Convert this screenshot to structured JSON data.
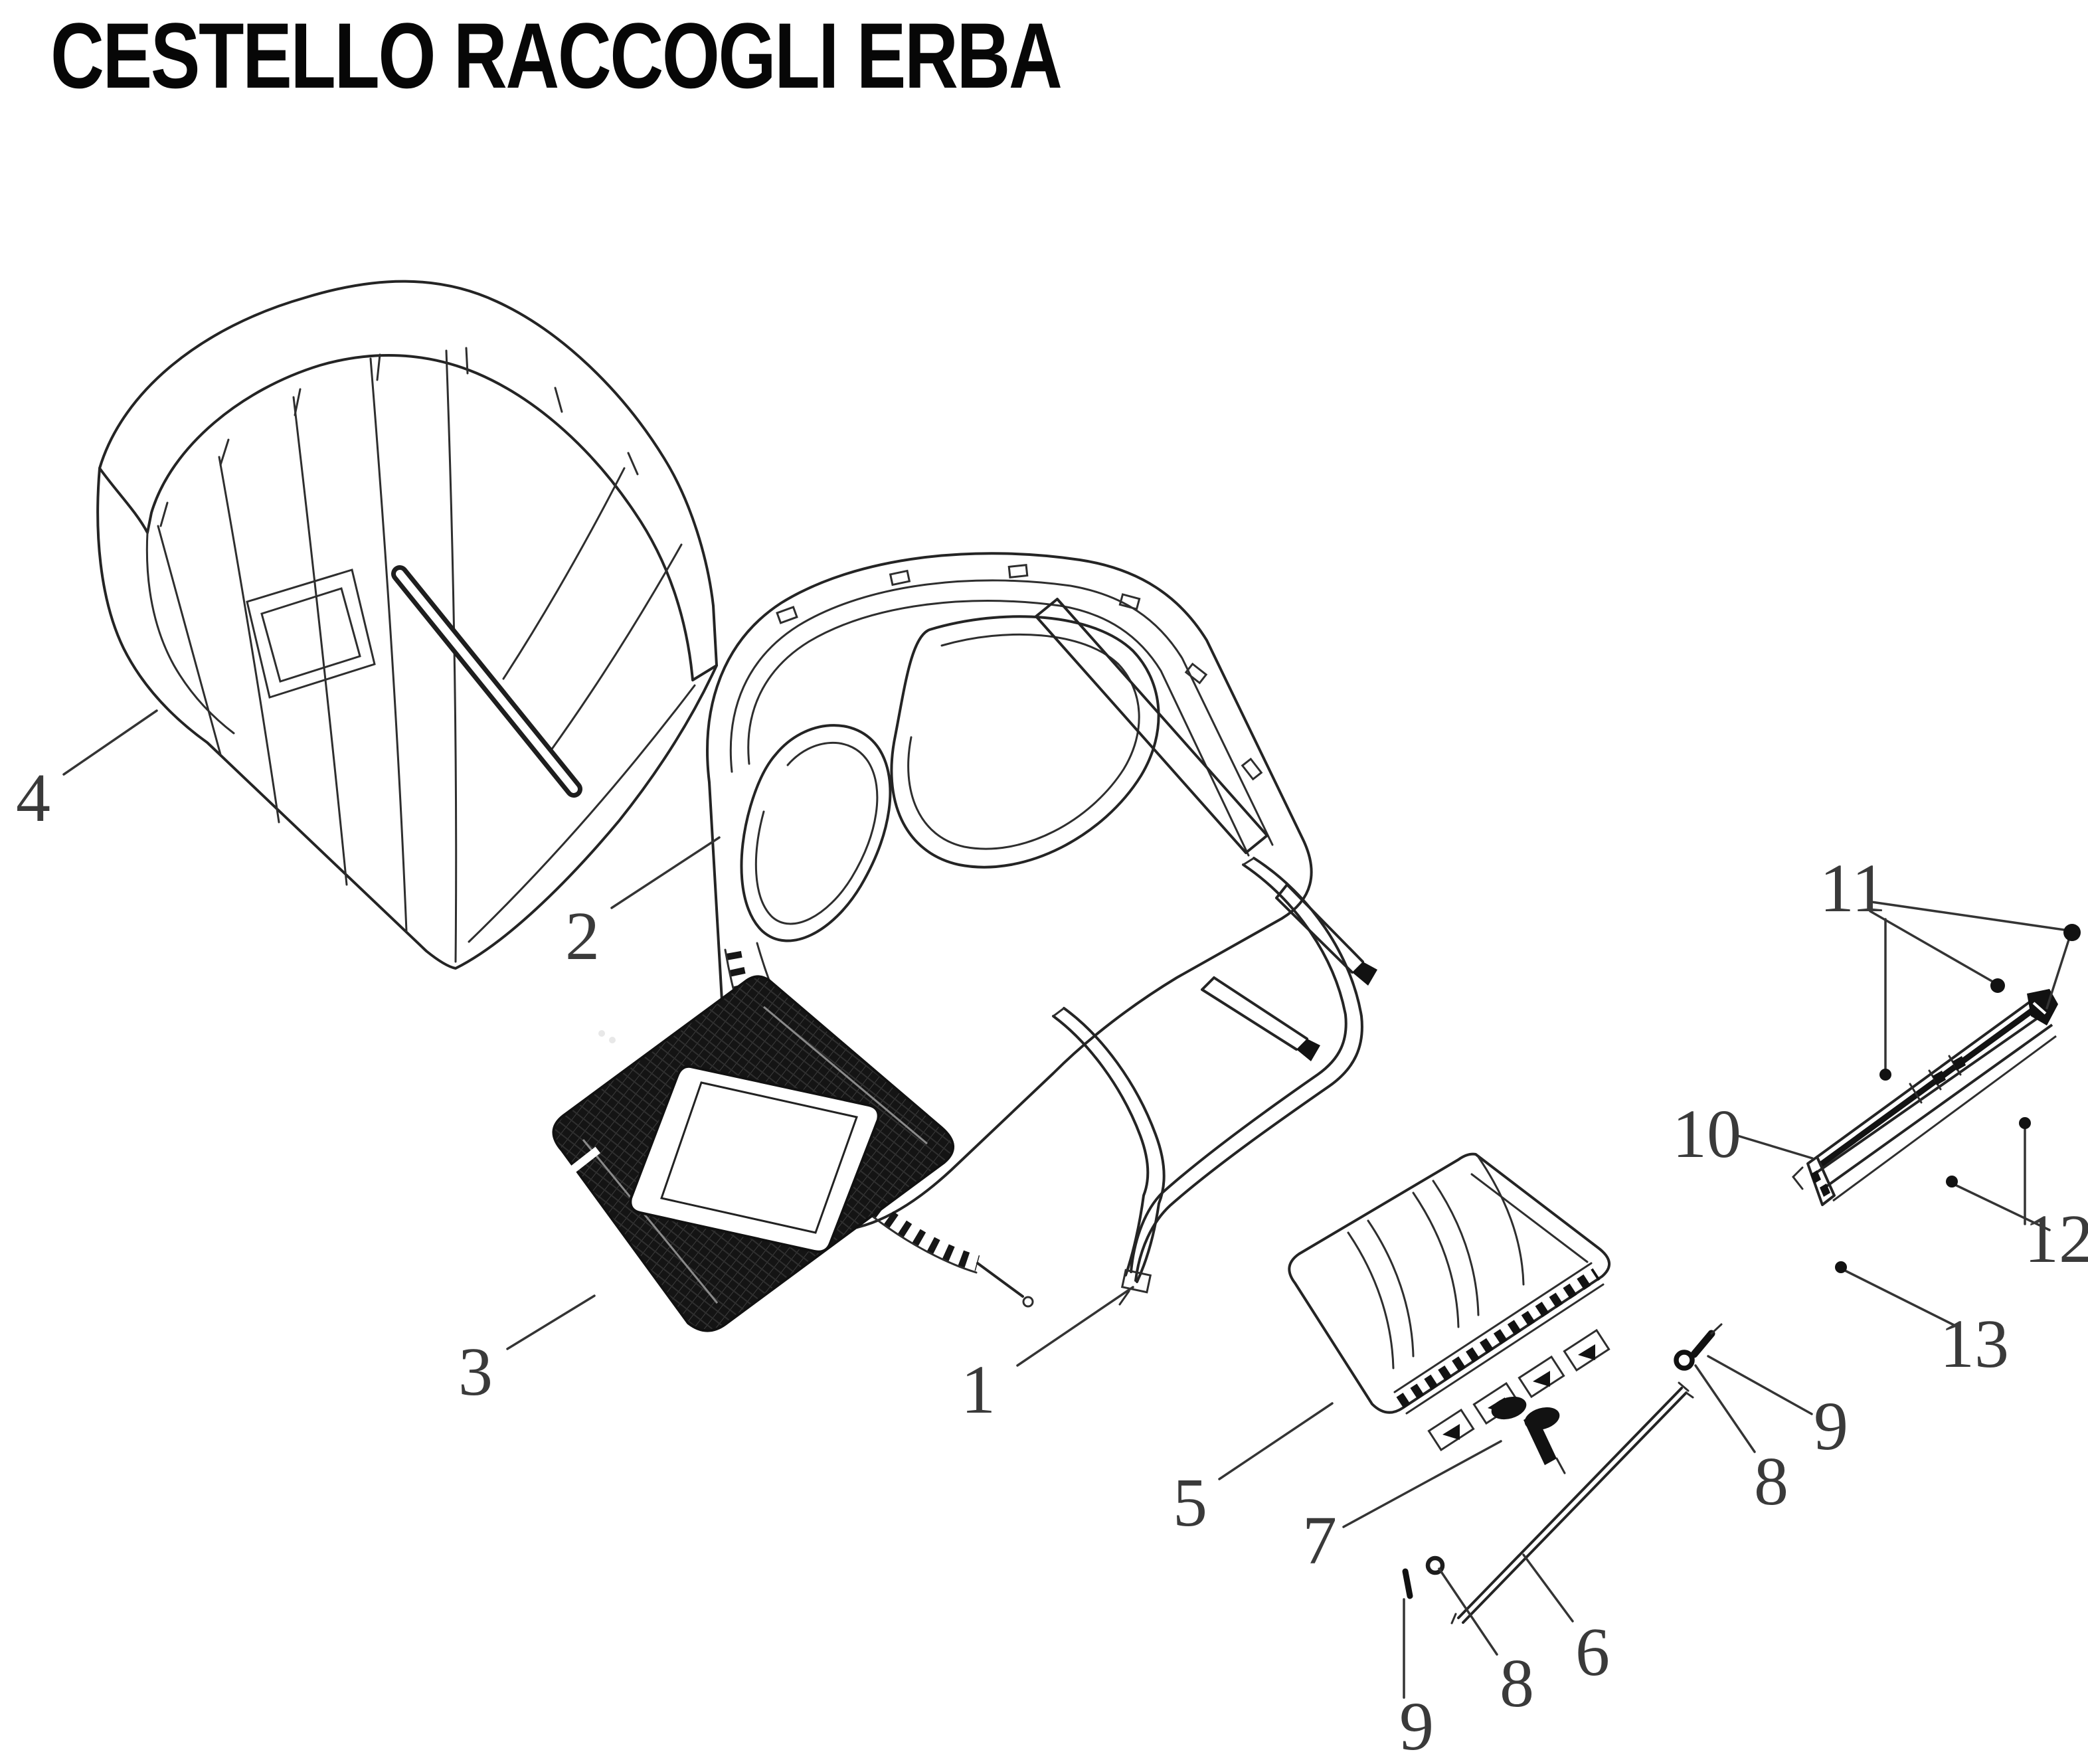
{
  "title": "CESTELLO RACCOGLI ERBA",
  "colors": {
    "background": "#ffffff",
    "line": "#242424",
    "mesh_fill": "#141414",
    "label": "#3a3a3a"
  },
  "callouts": [
    {
      "part": "deflector-curve",
      "text": "1"
    },
    {
      "part": "basket-top-frame",
      "text": "2"
    },
    {
      "part": "rear-mesh-panel",
      "text": "3"
    },
    {
      "part": "basket-body",
      "text": "4"
    },
    {
      "part": "front-ribbed-panel",
      "text": "5"
    },
    {
      "part": "hinge-rod",
      "text": "6"
    },
    {
      "part": "t-bolt",
      "text": "7"
    },
    {
      "part": "washer-bottom",
      "text": "8"
    },
    {
      "part": "pin-bottom",
      "text": "9"
    },
    {
      "part": "washer-right",
      "text": "8"
    },
    {
      "part": "pin-right",
      "text": "9"
    },
    {
      "part": "handle-bar",
      "text": "10"
    },
    {
      "part": "handle-screws-upper",
      "text": "11"
    },
    {
      "part": "handle-screws-lower",
      "text": "12"
    },
    {
      "part": "handle-screw-end",
      "text": "13"
    }
  ]
}
